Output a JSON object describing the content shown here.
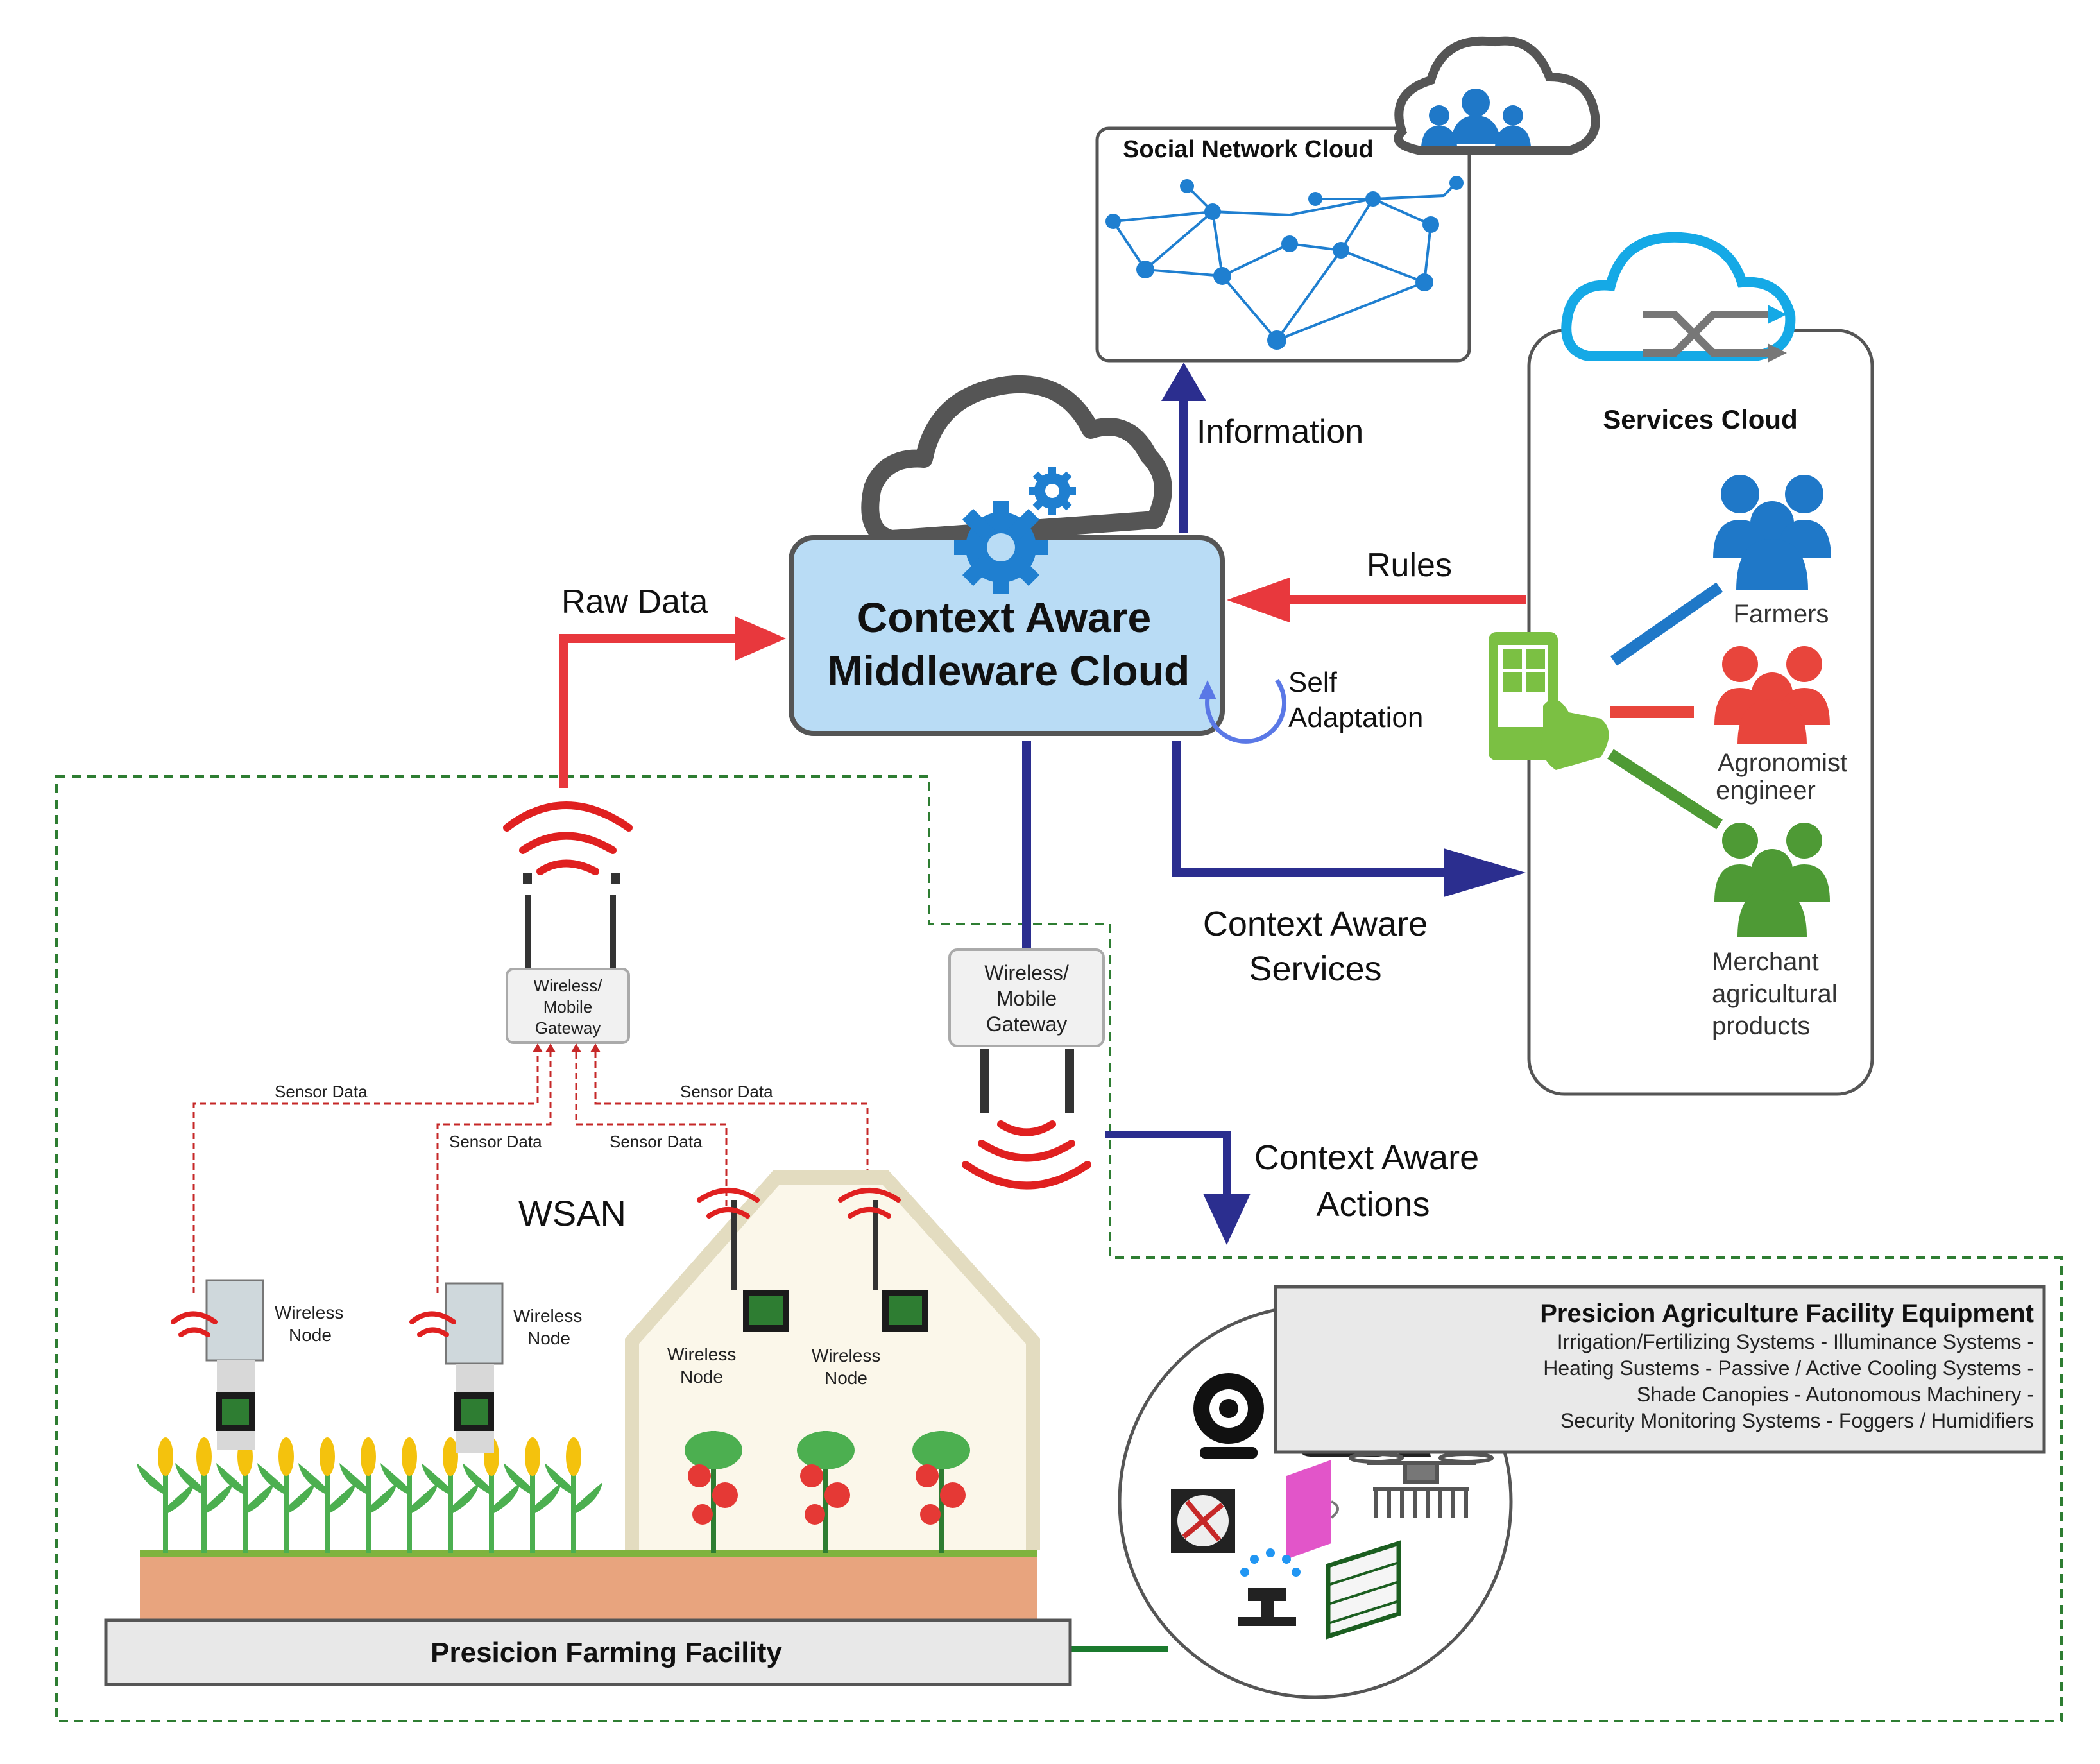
{
  "social_cloud": {
    "title": "Social Network Cloud"
  },
  "middleware": {
    "line1": "Context Aware",
    "line2": "Middleware Cloud"
  },
  "self_adaptation": {
    "line1": "Self",
    "line2": "Adaptation"
  },
  "services_cloud": {
    "title": "Services Cloud",
    "farmers": "Farmers",
    "agronomist_line1": "Agronomist",
    "agronomist_line2": "engineer",
    "merchant_line1": "Merchant",
    "merchant_line2": "agricultural",
    "merchant_line3": "products"
  },
  "arrows": {
    "information": "Information",
    "rules": "Rules",
    "raw_data": "Raw Data",
    "services_line1": "Context Aware",
    "services_line2": "Services",
    "actions_line1": "Context Aware",
    "actions_line2": "Actions"
  },
  "gateway_left": {
    "line1": "Wireless/",
    "line2": "Mobile",
    "line3": "Gateway"
  },
  "gateway_right": {
    "line1": "Wireless/",
    "line2": "Mobile",
    "line3": "Gateway"
  },
  "sensor_labels": [
    "Sensor Data",
    "Sensor Data",
    "Sensor Data",
    "Sensor Data"
  ],
  "wsan": "WSAN",
  "nodes": [
    {
      "line1": "Wireless",
      "line2": "Node"
    },
    {
      "line1": "Wireless",
      "line2": "Node"
    },
    {
      "line1": "Wireless",
      "line2": "Node"
    },
    {
      "line1": "Wireless",
      "line2": "Node"
    }
  ],
  "facility_equipment": {
    "title": "Presicion Agriculture Facility Equipment",
    "line1": "Irrigation/Fertilizing Systems - Illuminance Systems -",
    "line2": "Heating Sustems - Passive / Active Cooling Systems -",
    "line3": "Shade Canopies - Autonomous Machinery -",
    "line4": "Security Monitoring Systems - Foggers / Humidifiers"
  },
  "farming_facility": "Presicion Farming Facility",
  "colors": {
    "red_arrow": "#e8383d",
    "blue_arrow": "#2b2e8f",
    "middleware_fill": "#b9dcf5",
    "cloud_gray": "#555555",
    "gear_blue": "#1f7fd0",
    "farmers_blue": "#1f78c8",
    "agronomist_red": "#e8453c",
    "merchant_green": "#4e9a35",
    "dashed_green": "#2e7d32",
    "soil": "#e8a47e"
  }
}
